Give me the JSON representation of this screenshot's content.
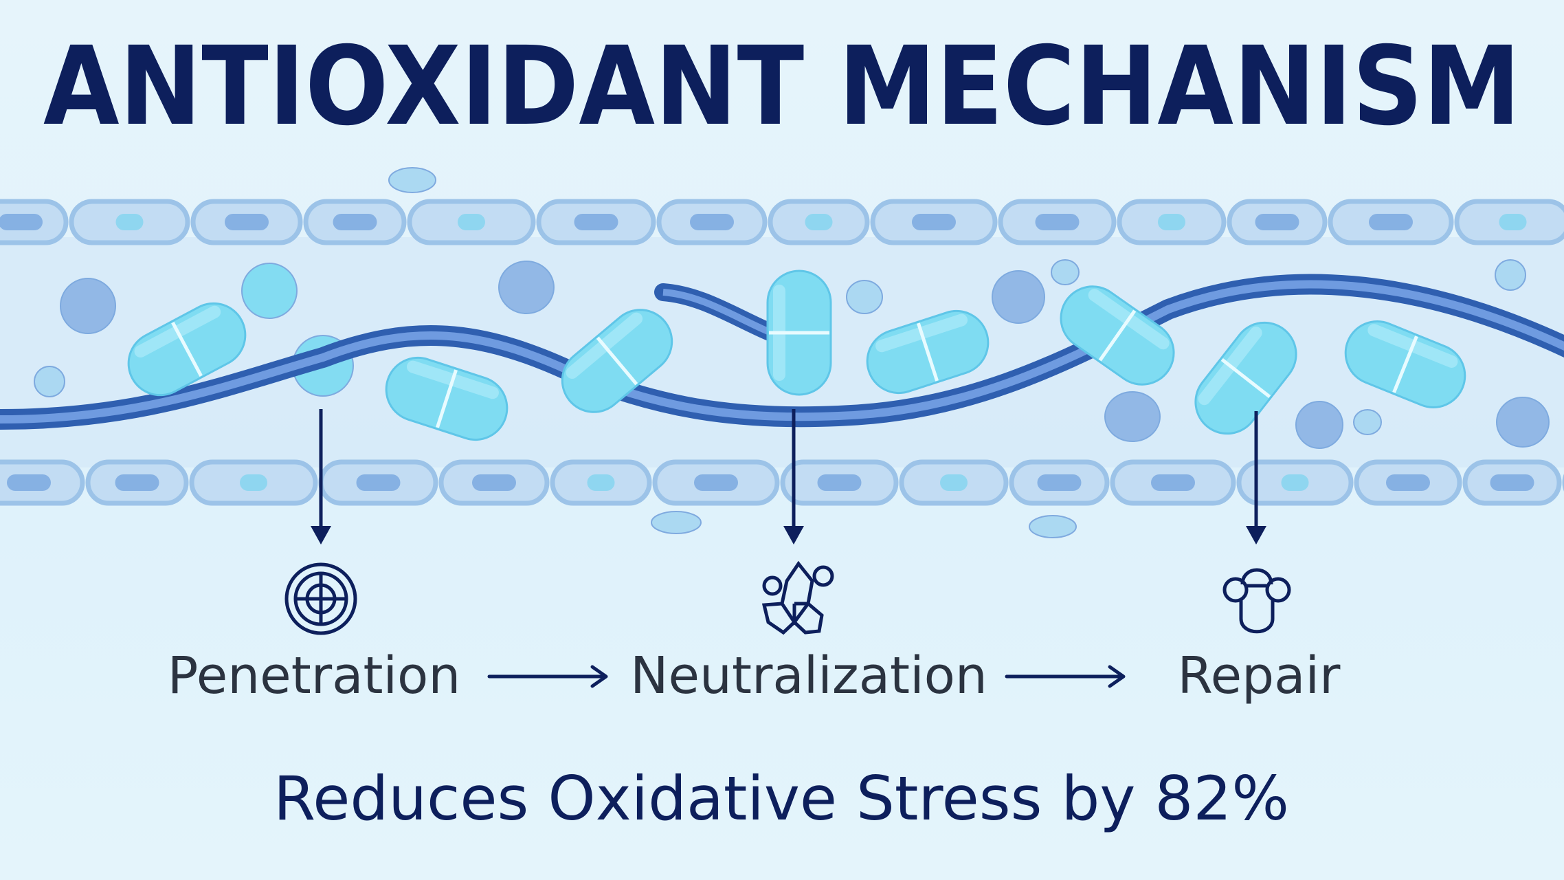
{
  "title": "ANTIOXIDANT MECHANISM",
  "steps": [
    {
      "label": "Penetration",
      "icon": "target-icon"
    },
    {
      "label": "Neutralization",
      "icon": "molecule-icon"
    },
    {
      "label": "Repair",
      "icon": "cell-repair-icon"
    }
  ],
  "tagline": "Reduces Oxidative Stress by 82%",
  "colors": {
    "title": "#0d1f5c",
    "background": "#e2f3fb",
    "cell": "#a9d0ef",
    "capsule": "#7fdcf2",
    "fiber": "#2f5fb0",
    "arrow": "#0d1f5c"
  }
}
